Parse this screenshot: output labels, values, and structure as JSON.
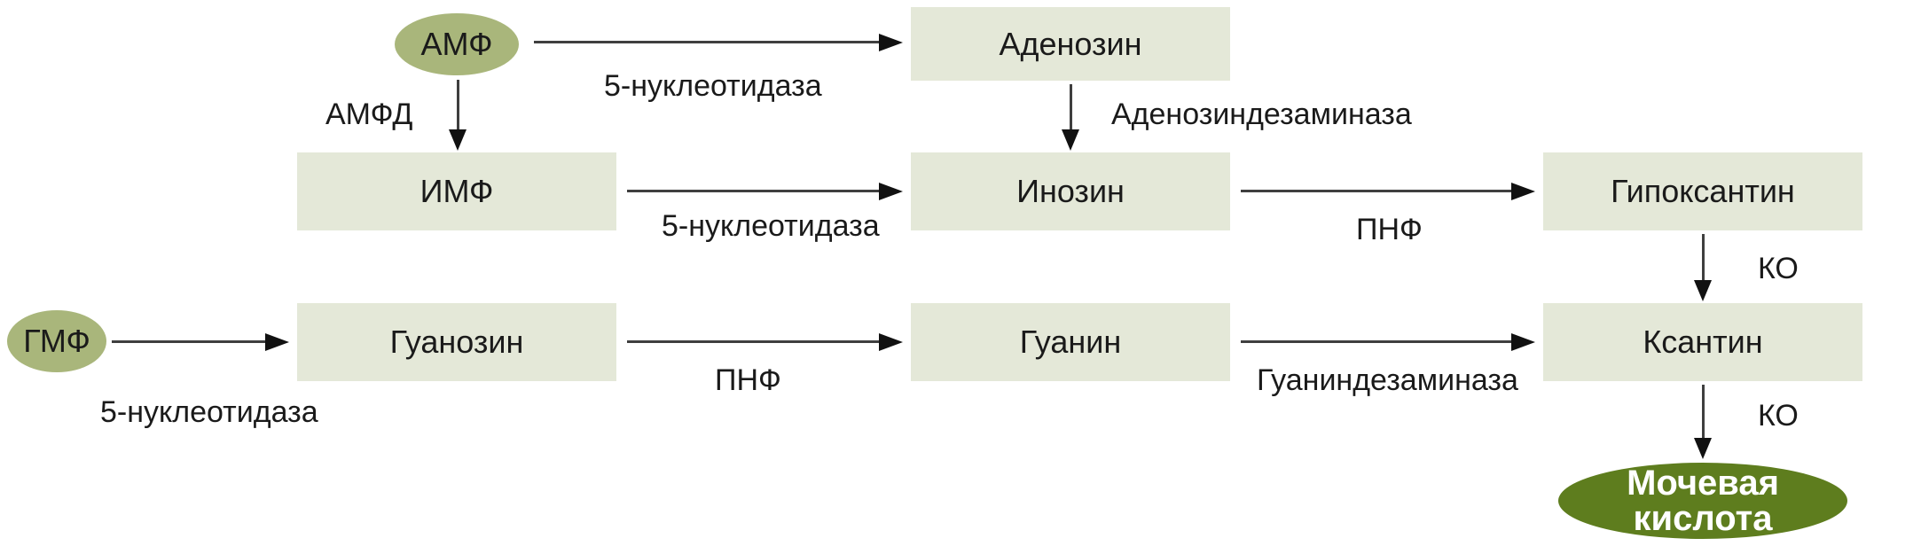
{
  "diagram": {
    "description": "Purine nucleotide degradation pathway (Russian labels)",
    "colors": {
      "node_fill": "#e4e8d8",
      "start_node_fill": "#a9b67b",
      "end_node_fill": "#5e7d1e",
      "end_node_text": "#ffffff",
      "arrow": "#3f3f3f",
      "arrow_head": "#111111",
      "text": "#1a1a1a"
    },
    "nodes": {
      "amf": {
        "label": "АМФ"
      },
      "adenozin": {
        "label": "Аденозин"
      },
      "imf": {
        "label": "ИМФ"
      },
      "inozin": {
        "label": "Инозин"
      },
      "gipoksantin": {
        "label": "Гипоксантин"
      },
      "gmf": {
        "label": "ГМФ"
      },
      "guanozin": {
        "label": "Гуанозин"
      },
      "guanin": {
        "label": "Гуанин"
      },
      "ksantin": {
        "label": "Ксантин"
      },
      "mochevaya_kislota": {
        "label": "Мочевая кислота"
      }
    },
    "edges": [
      {
        "from": "АМФ",
        "to": "Аденозин",
        "enzyme": "5-нуклеотидаза"
      },
      {
        "from": "АМФ",
        "to": "ИМФ",
        "enzyme": "АМФД"
      },
      {
        "from": "Аденозин",
        "to": "Инозин",
        "enzyme": "Аденозиндезаминаза"
      },
      {
        "from": "ИМФ",
        "to": "Инозин",
        "enzyme": "5-нуклеотидаза"
      },
      {
        "from": "Инозин",
        "to": "Гипоксантин",
        "enzyme": "ПНФ"
      },
      {
        "from": "Гипоксантин",
        "to": "Ксантин",
        "enzyme": "КО"
      },
      {
        "from": "ГМФ",
        "to": "Гуанозин",
        "enzyme": "5-нуклеотидаза"
      },
      {
        "from": "Гуанозин",
        "to": "Гуанин",
        "enzyme": "ПНФ"
      },
      {
        "from": "Гуанин",
        "to": "Ксантин",
        "enzyme": "Гуаниндезаминаза"
      },
      {
        "from": "Ксантин",
        "to": "Мочевая кислота",
        "enzyme": "КО"
      }
    ]
  }
}
